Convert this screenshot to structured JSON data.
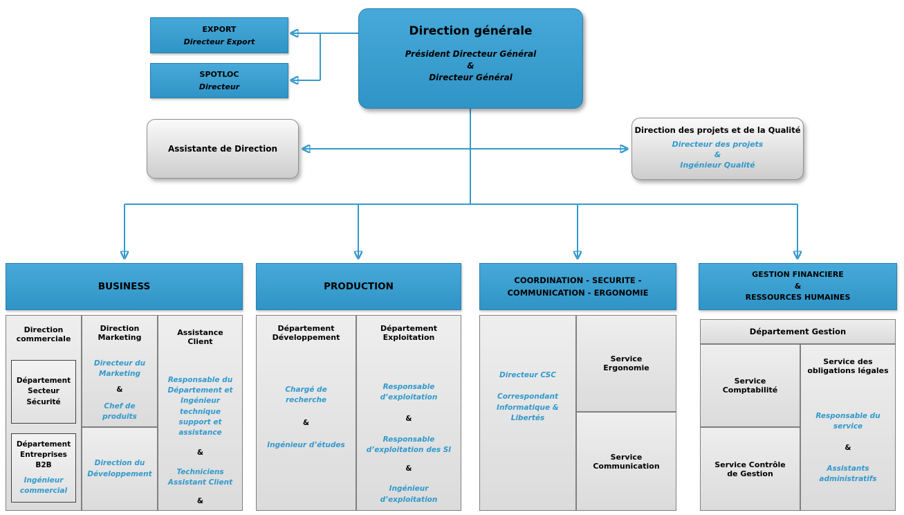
{
  "colors": {
    "accent-blue": "#3399CC",
    "accent-blue-dark": "#2a7fae",
    "gray-border": "#7f7f7f"
  },
  "dg": {
    "title": "Direction générale",
    "role1": "Président Directeur Général",
    "amp": "&",
    "role2": "Directeur Général"
  },
  "export": {
    "title": "EXPORT",
    "role": "Directeur Export"
  },
  "spotloc": {
    "title": "SPOTLOC",
    "role": "Directeur"
  },
  "assistante": {
    "title": "Assistante de Direction"
  },
  "projets": {
    "title": "Direction des projets et de la Qualité",
    "role1": "Directeur des projets",
    "amp": "&",
    "role2": "Ingénieur Qualité"
  },
  "business": {
    "title": "BUSINESS",
    "commerciale": {
      "title": "Direction commerciale",
      "secteur": "Département Secteur Sécurité",
      "b2b_title": "Département Entreprises B2B",
      "b2b_role": "Ingénieur commercial"
    },
    "marketing": {
      "title": "Direction Marketing",
      "role1": "Directeur du Marketing",
      "amp": "&",
      "role2": "Chef de produits",
      "bottom": "Direction du Développement"
    },
    "assistance": {
      "title": "Assistance Client",
      "role1": "Responsable du Département et Ingénieur technique support et assistance",
      "amp1": "&",
      "role2": "Techniciens Assistant Client",
      "amp2": "&"
    }
  },
  "production": {
    "title": "PRODUCTION",
    "dev": {
      "title": "Département Développement",
      "role1": "Chargé de recherche",
      "amp": "&",
      "role2": "Ingénieur d’études"
    },
    "exploitation": {
      "title": "Département Exploitation",
      "role1": "Responsable d’exploitation",
      "amp1": "&",
      "role2": "Responsable d’exploitation des SI",
      "amp2": "&",
      "role3": "Ingénieur d’exploitation"
    }
  },
  "coordination": {
    "title_line1": "COORDINATION - SECURITE -",
    "title_line2": "COMMUNICATION - ERGONOMIE",
    "csc_role1": "Directeur CSC",
    "csc_role2": "Correspondant Informatique & Libertés",
    "ergonomie": "Service Ergonomie",
    "communication": "Service Communication"
  },
  "gestion": {
    "title_line1": "GESTION FINANCIERE",
    "title_amp": "&",
    "title_line2": "RESSOURCES HUMAINES",
    "dept": "Département Gestion",
    "comptabilite": "Service Comptabilité",
    "controle": "Service Contrôle de Gestion",
    "obligations_title": "Service des obligations légales",
    "obligations_role1": "Responsable du service",
    "obligations_amp": "&",
    "obligations_role2": "Assistants administratifs"
  }
}
